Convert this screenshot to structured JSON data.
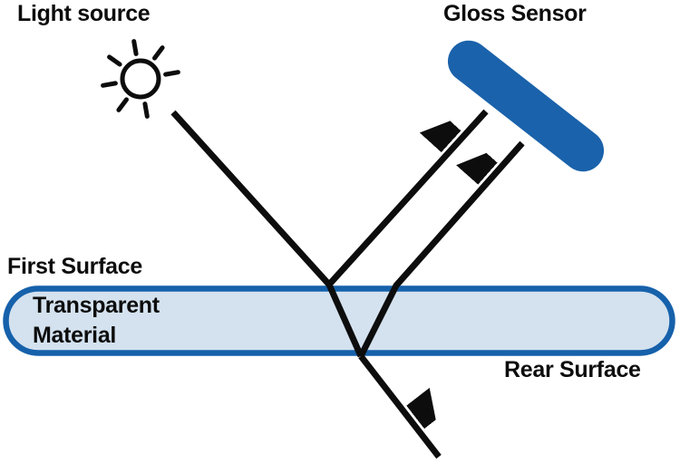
{
  "diagram": {
    "light_source": {
      "label": "Light source"
    },
    "gloss_sensor": {
      "label": "Gloss Sensor"
    },
    "material": {
      "first_surface_label": "First Surface",
      "name_line1": "Transparent",
      "name_line2": "Material",
      "rear_surface_label": "Rear Surface"
    },
    "colors": {
      "sensor_blue": "#1A62AB",
      "material_border_blue": "#1661AB",
      "material_fill_blue": "#D4E2EF",
      "ray_black": "#0D0D0D"
    }
  }
}
